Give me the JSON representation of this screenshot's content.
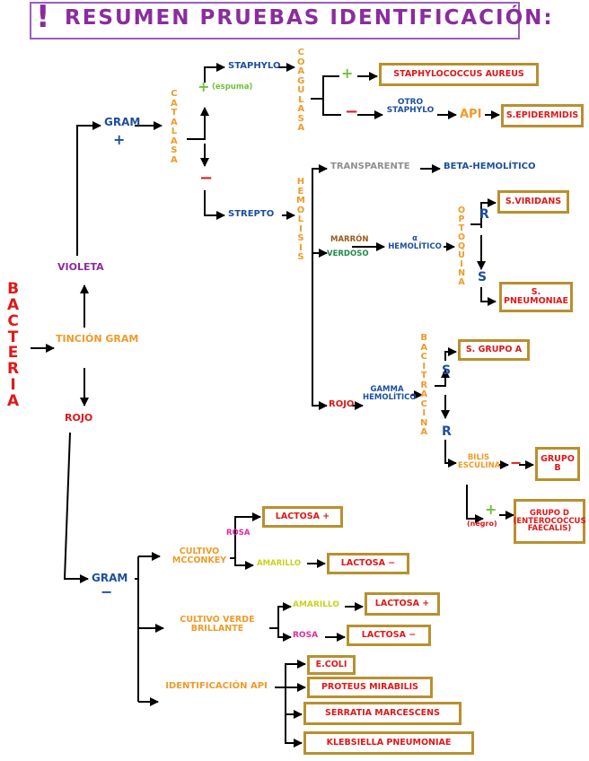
{
  "title": {
    "mark": "!",
    "text": "RESUMEN PRUEBAS IDENTIFICACIÓN:"
  },
  "root": "BACTERIA",
  "gram_stain": "TINCIÓN GRAM",
  "violet": "VIOLETA",
  "red": "ROJO",
  "gram_positive": {
    "label": "GRAM",
    "sign": "+"
  },
  "gram_negative": {
    "label": "GRAM",
    "sign": "−"
  },
  "catalase": "CATALASA",
  "catalase_pos": {
    "sign": "+",
    "note": "(espuma)"
  },
  "catalase_neg": "−",
  "staphylo": "STAPHYLO",
  "strepto": "STREPTO",
  "coagulase": "COAGULASA",
  "coag_pos": "+",
  "coag_neg": "−",
  "staph_aureus": "STAPHYLOCOCCUS AUREUS",
  "other_staph": "OTRO STAPHYLO",
  "api": "API",
  "s_epidermidis": "S.EPIDERMIDIS",
  "hemolysis": "HEMOLISIS",
  "transparent": "TRANSPARENTE",
  "beta_hemolytic": "BETA-HEMOLÍTICO",
  "brown": "MARRÓN",
  "greenish": "VERDOSO",
  "alpha_hemolytic": "α HEMOLÍTICO",
  "optochin": "OPTOQUINA",
  "opto_r": "R",
  "opto_s": "S",
  "s_viridans": "S.VIRIDANS",
  "s_pneumoniae": "S. PNEUMONIAE",
  "red_hemo": "ROJO",
  "gamma_hemolytic": "GAMMA HEMOLÍTICO",
  "bacitracin": "BACITRACINA",
  "bac_s": "S",
  "bac_r": "R",
  "s_group_a": "S. GRUPO A",
  "bile_esculin": "BILIS ESCULINA",
  "bile_neg": "−",
  "bile_pos": "+",
  "bile_pos_note": "(negro)",
  "group_b": "GRUPO B",
  "group_d": "GRUPO D (ENTEROCOCCUS FAECALIS)",
  "mcconkey": "CULTIVO MCCONKEY",
  "mc_pink": "ROSA",
  "mc_yellow": "AMARILLO",
  "mc_lact_pos": "LACTOSA +",
  "mc_lact_neg": "LACTOSA −",
  "brilliant_green": "CULTIVO VERDE BRILLANTE",
  "bg_yellow": "AMARILLO",
  "bg_pink": "ROSA",
  "bg_lact_pos": "LACTOSA +",
  "bg_lact_neg": "LACTOSA −",
  "api_id": "IDENTIFICACIÓN API",
  "api_results": [
    "E.COLI",
    "PROTEUS MIRABILIS",
    "SERRATIA MARCESCENS",
    "KLEBSIELLA PNEUMONIAE"
  ]
}
